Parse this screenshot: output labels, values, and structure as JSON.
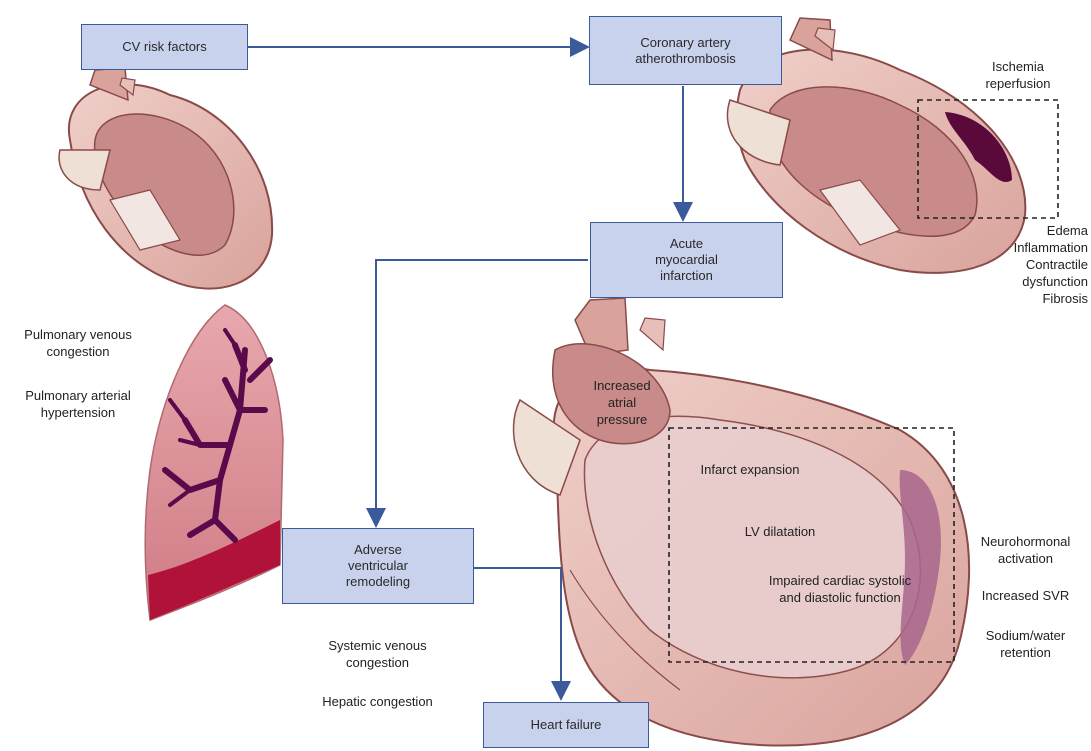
{
  "boxes": {
    "cv_risk": "CV risk factors",
    "coronary": "Coronary artery\natherothrombosis",
    "ami": "Acute\nmyocardial\ninfarction",
    "remodeling": "Adverse\nventricular\nremodeling",
    "heart_failure": "Heart failure"
  },
  "labels": {
    "ischemia": "Ischemia\nreperfusion",
    "edema": "Edema\nInflammation\nContractile\ndysfunction\nFibrosis",
    "pulm_venous": "Pulmonary venous\ncongestion",
    "pulm_arterial": "Pulmonary arterial\nhypertension",
    "atrial_pressure": "Increased\natrial\npressure",
    "infarct_expansion": "Infarct expansion",
    "lv_dilatation": "LV dilatation",
    "impaired_function": "Impaired cardiac systolic\nand diastolic function",
    "neurohormonal": "Neurohormonal\nactivation",
    "svr": "Increased SVR",
    "sodium": "Sodium/water\nretention",
    "systemic_venous": "Systemic venous\ncongestion",
    "hepatic": "Hepatic congestion"
  },
  "colors": {
    "box_fill": "#c9d2ec",
    "box_border": "#3a5a9c",
    "arrow": "#3a5a9c",
    "myocardium": "#e3b8b2",
    "chamber": "#c98a8a",
    "infarct": "#5a0a3a",
    "lung": "#d98f96",
    "lung_base": "#b0123a",
    "vessels": "#5a0a4a"
  },
  "icons": [
    "heart-small-illustration",
    "heart-infarct-illustration",
    "heart-dilated-illustration",
    "lung-illustration"
  ]
}
